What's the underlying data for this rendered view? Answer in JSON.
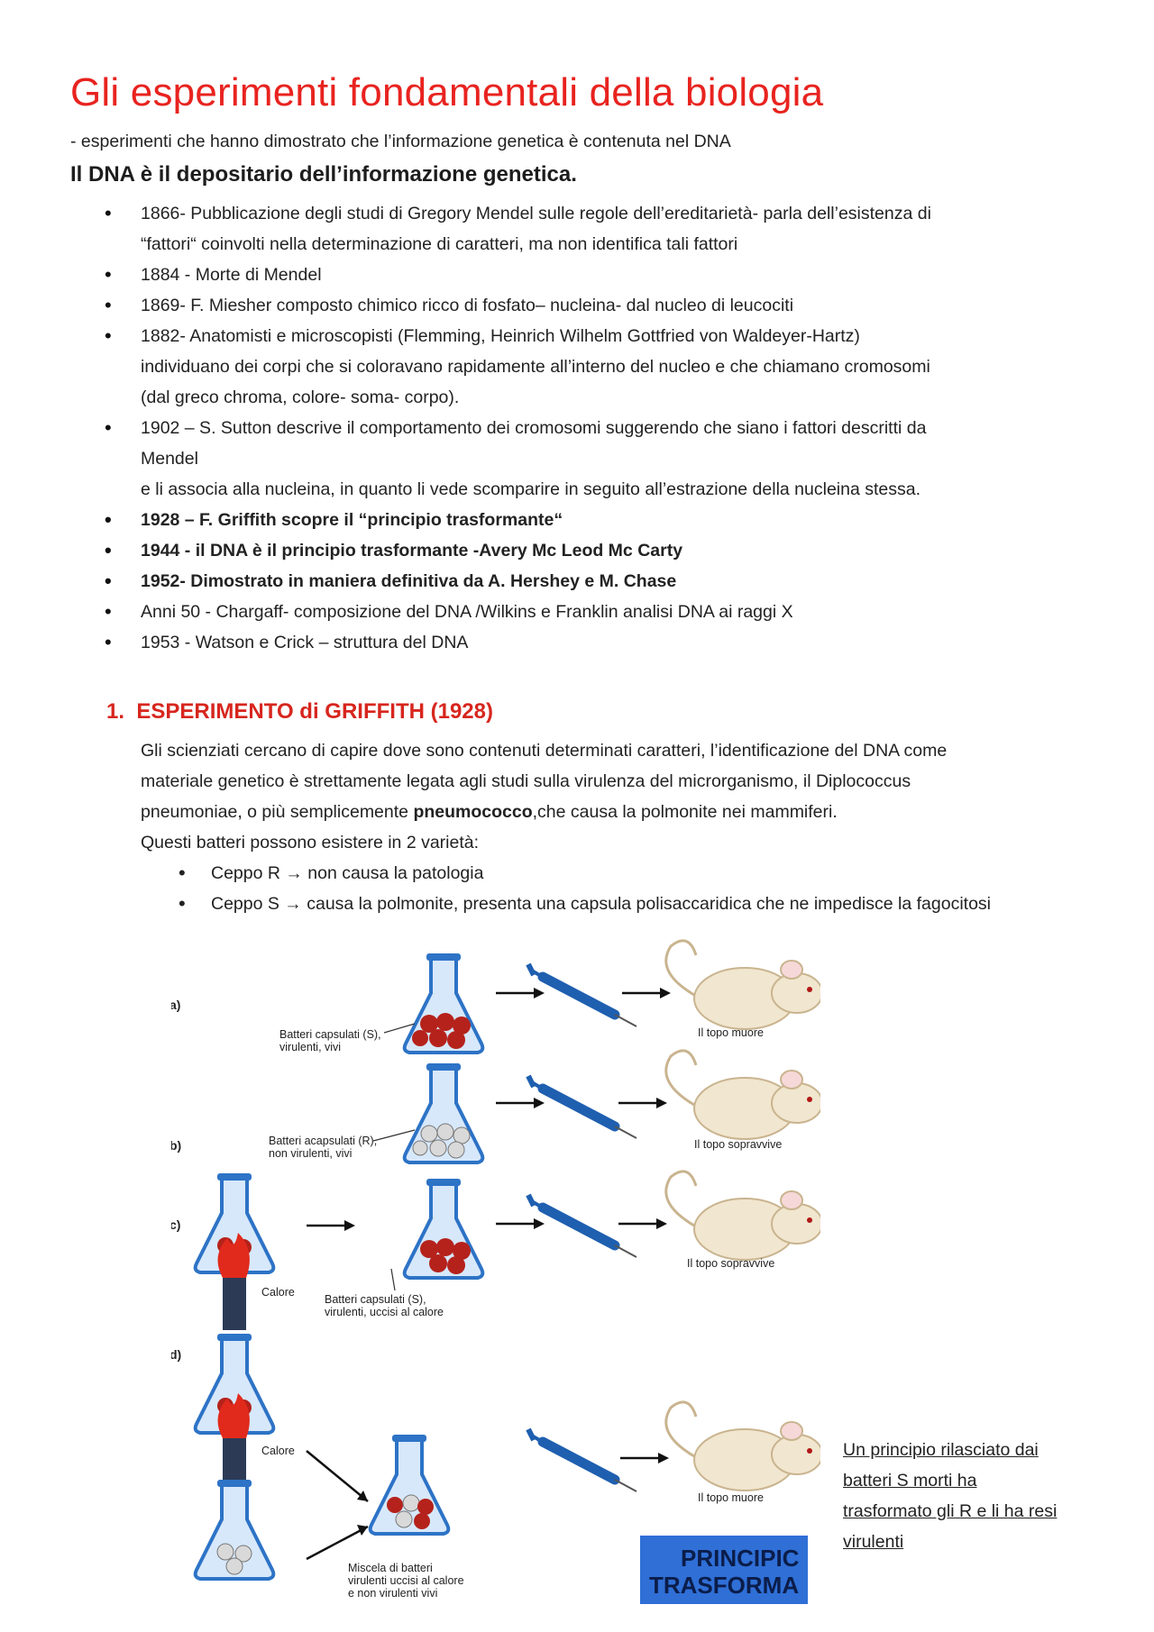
{
  "title": "Gli esperimenti fondamentali della biologia",
  "subtitle": "- esperimenti che hanno dimostrato che l’informazione genetica è contenuta nel DNA",
  "heading": "Il DNA è il depositario dell’informazione genetica.",
  "timeline": [
    {
      "lines": [
        "1866- Pubblicazione degli studi di Gregory Mendel sulle regole dell’ereditarietà- parla dell’esistenza di",
        "“fattori“ coinvolti nella determinazione di caratteri, ma non identifica tali fattori"
      ]
    },
    {
      "lines": [
        "1884 - Morte di Mendel"
      ]
    },
    {
      "lines": [
        "1869- F. Miesher composto chimico ricco di fosfato– nucleina- dal nucleo di leucociti"
      ]
    },
    {
      "lines": [
        "1882- Anatomisti e microscopisti (Flemming, Heinrich Wilhelm Gottfried von Waldeyer-Hartz)",
        "individuano dei corpi che si coloravano rapidamente all’interno del nucleo e che chiamano cromosomi",
        "(dal greco chroma, colore- soma- corpo)."
      ]
    },
    {
      "lines": [
        "1902 – S. Sutton descrive il comportamento dei cromosomi suggerendo che siano i fattori descritti da",
        "Mendel",
        "e li associa alla nucleina, in quanto li vede scomparire in seguito all’estrazione della nucleina stessa."
      ]
    },
    {
      "lines": [
        "1928 – F. Griffith scopre il “principio trasformante“"
      ]
    },
    {
      "lines": [
        "1944 - il DNA è il principio trasformante -Avery Mc Leod Mc Carty"
      ]
    },
    {
      "lines": [
        "1952- Dimostrato in maniera definitiva da A. Hershey e M. Chase"
      ]
    },
    {
      "lines": [
        "Anni 50 - Chargaff- composizione del DNA /Wilkins e Franklin analisi DNA ai raggi X"
      ]
    },
    {
      "lines": [
        "1953 - Watson e Crick – struttura del DNA"
      ]
    }
  ],
  "section": {
    "number": "1.",
    "title": "ESPERIMENTO di GRIFFITH (1928)",
    "para1_lines": [
      "Gli scienziati cercano di capire dove sono contenuti determinati caratteri, l’identificazione del DNA come",
      "materiale genetico è strettamente legata agli studi sulla virulenza del microrganismo, il Diplococcus"
    ],
    "para1_pre": "pneumoniae, o più semplicemente ",
    "para1_bold": "pneumococco",
    "para1_post": ",che causa la polmonite nei mammiferi.",
    "para2": "Questi batteri possono esistere in 2 varietà:",
    "strains": [
      "Ceppo R → non causa la patologia",
      "Ceppo S → causa la polmonite, presenta una capsula polisaccaridica che ne impedisce la fagocitosi"
    ]
  },
  "figure": {
    "labels": {
      "a": "a)",
      "b": "b)",
      "c": "c)",
      "d": "d)"
    },
    "a_caption_1": "Batteri capsulati (S),",
    "a_caption_2": "virulenti, vivi",
    "a_result": "Il topo muore",
    "b_caption_1": "Batteri acapsulati (R),",
    "b_caption_2": "non virulenti, vivi",
    "b_result": "Il topo sopravvive",
    "c_heat": "Calore",
    "c_caption_1": "Batteri capsulati (S),",
    "c_caption_2": "virulenti, uccisi al calore",
    "c_result": "Il topo sopravvive",
    "d_heat": "Calore",
    "d_caption_1": "Miscela di batteri",
    "d_caption_2": "virulenti uccisi al calore",
    "d_caption_3": "e non virulenti vivi",
    "d_result": "Il topo muore",
    "banner_1": "PRINCIPIC",
    "banner_2": "TRASFORMA",
    "colors": {
      "flask": "#2d73c6",
      "s_bacteria": "#b5221b",
      "r_bacteria": "#d9d9d9",
      "syringe": "#1f5fb0",
      "banner": "#2f6fd6"
    }
  },
  "conclusion_lines": [
    "Un principio rilasciato dai",
    "batteri S morti ha",
    "trasformato gli R e li ha resi",
    "virulenti"
  ]
}
